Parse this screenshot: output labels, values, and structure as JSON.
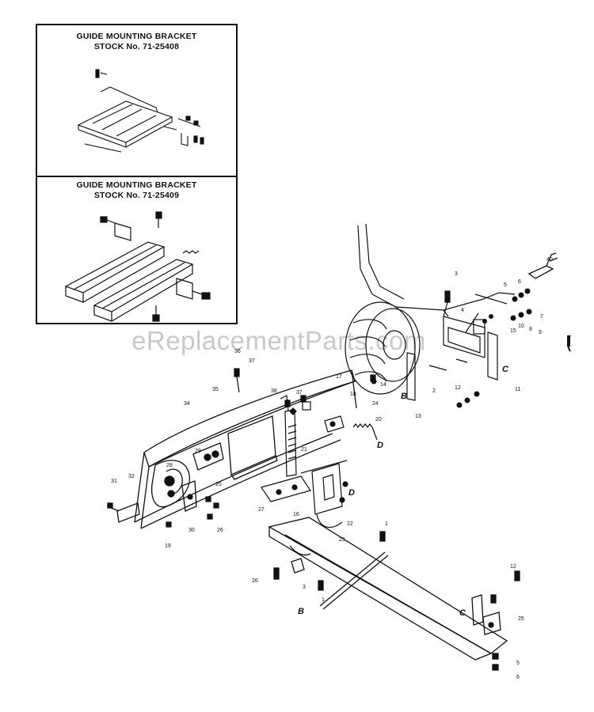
{
  "insets": [
    {
      "title_line1": "GUIDE MOUNTING BRACKET",
      "title_line2": "STOCK No. 71-25408"
    },
    {
      "title_line1": "GUIDE MOUNTING BRACKET",
      "title_line2": "STOCK No. 71-25409"
    }
  ],
  "watermark": "eReplacementParts.com",
  "callouts": [
    "3",
    "40",
    "5",
    "6",
    "7",
    "4",
    "10",
    "8",
    "9",
    "15",
    "11",
    "12",
    "2",
    "13",
    "14",
    "36",
    "37",
    "34",
    "35",
    "38",
    "37",
    "17",
    "18",
    "20",
    "21",
    "24",
    "31",
    "32",
    "28",
    "25",
    "29",
    "30",
    "26",
    "27",
    "19",
    "16",
    "22",
    "23",
    "1",
    "12",
    "3",
    "25",
    "5",
    "6",
    "26",
    "1"
  ],
  "connection_letters": [
    "B",
    "C",
    "D",
    "D",
    "B",
    "C"
  ]
}
